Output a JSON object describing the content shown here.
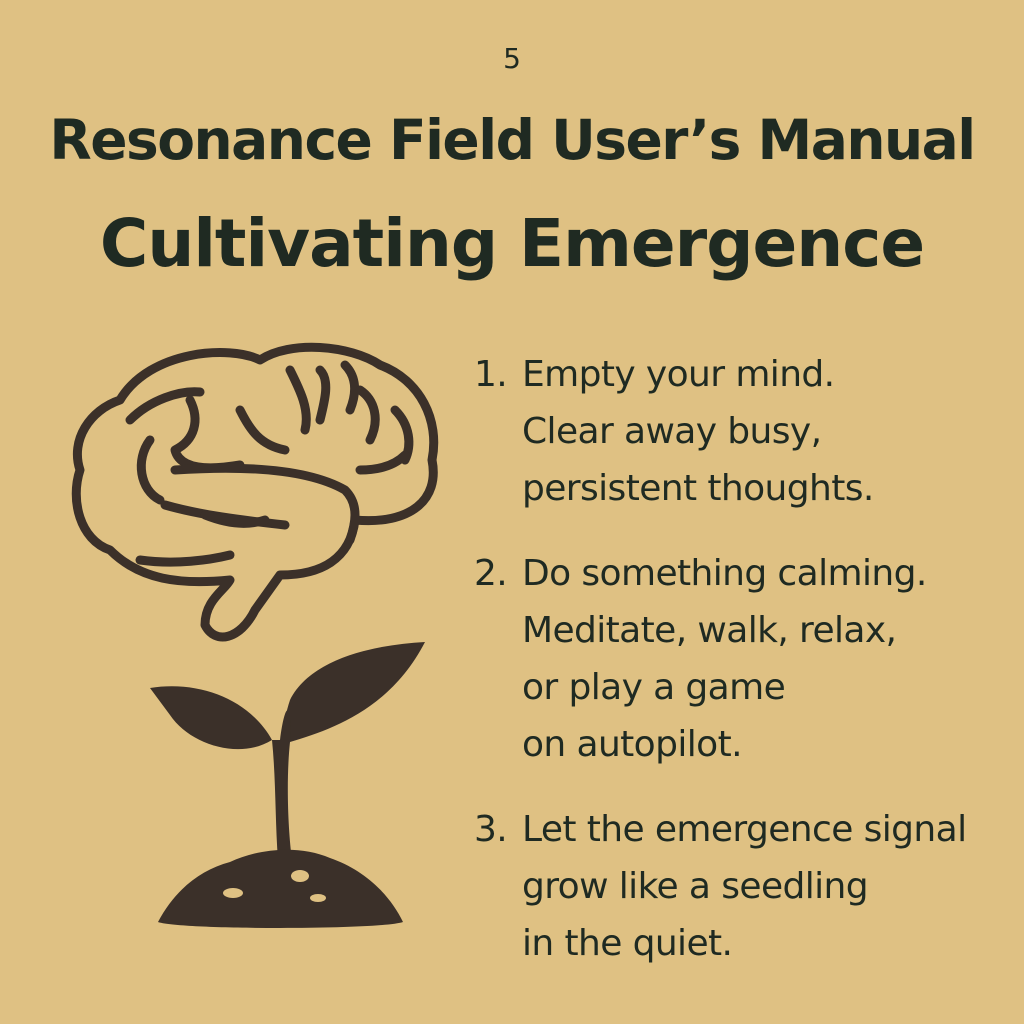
{
  "page_number": "5",
  "title": "Resonance Field User’s Manual",
  "subtitle": "Cultivating Emergence",
  "steps": [
    {
      "number": "1.",
      "lines": [
        "Empty your mind.",
        "Clear away busy,",
        "persistent thoughts."
      ]
    },
    {
      "number": "2.",
      "lines": [
        "Do something calming.",
        "Meditate, walk, relax,",
        "or play a game",
        "on autopilot."
      ]
    },
    {
      "number": "3.",
      "lines": [
        "Let the emergence signal",
        "grow like a seedling",
        "in the quiet."
      ]
    }
  ],
  "colors": {
    "background": "#dfc183",
    "text": "#1f2a22",
    "illustration": "#3b3029"
  },
  "icons": [
    "brain-icon",
    "seedling-icon"
  ]
}
